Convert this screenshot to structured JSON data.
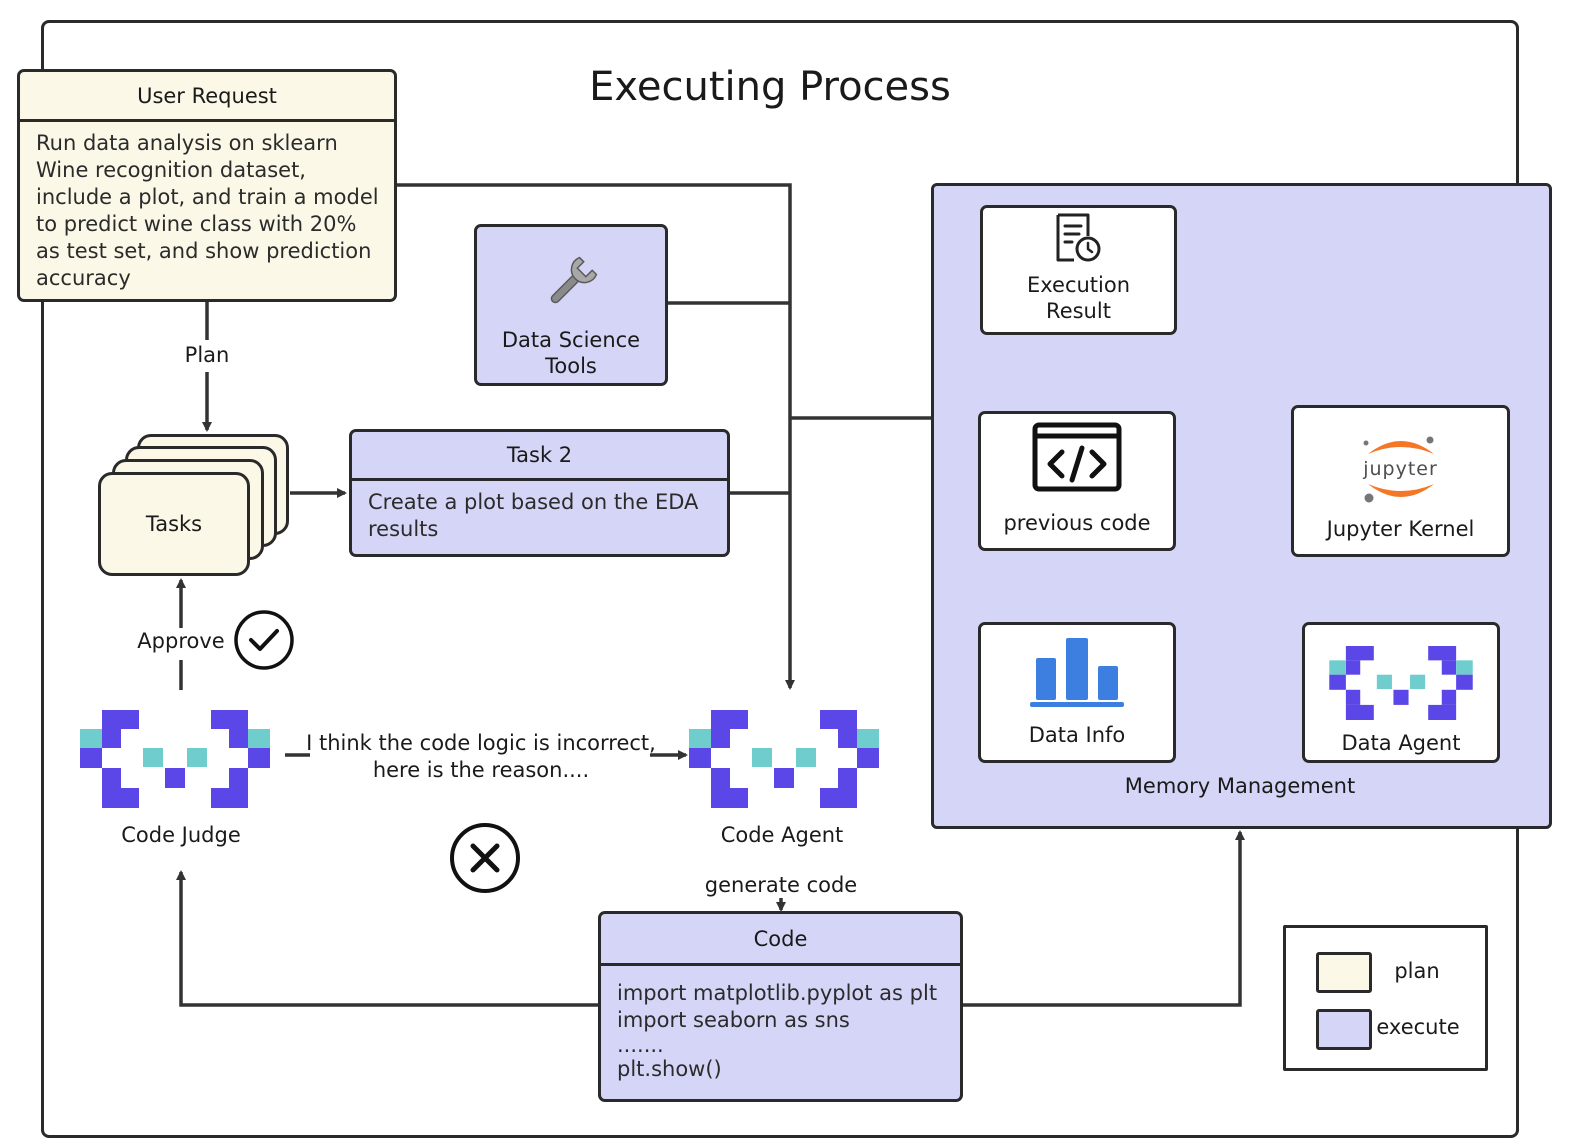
{
  "title": "Executing Process",
  "user_request": {
    "header": "User Request",
    "body": "Run data analysis on sklearn Wine recognition dataset, include a plot, and train a model to predict wine class with 20% as test set, and show prediction accuracy"
  },
  "plan_label": "Plan",
  "tasks_label": "Tasks",
  "task2": {
    "header": "Task 2",
    "body": "Create a plot based on the EDA results"
  },
  "tools_label": "Data Science Tools",
  "approve_label": "Approve",
  "judge_message": "I think the code logic is incorrect,\nhere is the reason....",
  "code_judge_label": "Code Judge",
  "code_agent_label": "Code Agent",
  "generate_code_label": "generate code",
  "code": {
    "header": "Code",
    "lines": [
      "import matplotlib.pyplot as plt",
      "import seaborn as sns",
      ".......",
      "plt.show()"
    ]
  },
  "memory": {
    "label": "Memory Management",
    "execution_result": "Execution\nResult",
    "previous_code": "previous code",
    "jupyter_kernel": "Jupyter Kernel",
    "jupyter_logo_text": "jupyter",
    "data_info": "Data Info",
    "data_agent": "Data Agent"
  },
  "legend": {
    "plan": "plan",
    "execute": "execute"
  },
  "colors": {
    "plan": "#fbf8e8",
    "execute": "#d5d6f7",
    "agent_purple": "#5b46e8",
    "agent_teal": "#6fcdcd",
    "jupyter_orange": "#f37726",
    "chart_blue": "#3d7fe0"
  },
  "icons": [
    "wrench-icon",
    "check-circle-icon",
    "x-circle-icon",
    "code-window-icon",
    "document-clock-icon",
    "jupyter-logo-icon",
    "bar-chart-icon",
    "agent-logo-icon"
  ]
}
